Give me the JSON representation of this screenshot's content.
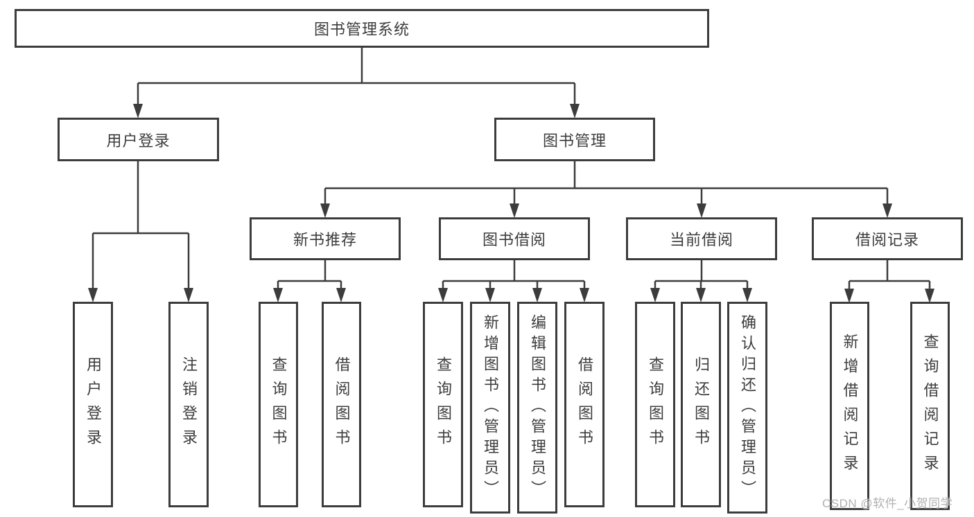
{
  "tree": {
    "label": "图书管理系统",
    "children": [
      {
        "label": "用户登录",
        "children": [
          {
            "label": "用户登录"
          },
          {
            "label": "注销登录"
          }
        ]
      },
      {
        "label": "图书管理",
        "children": [
          {
            "label": "新书推荐",
            "children": [
              {
                "label": "查询图书"
              },
              {
                "label": "借阅图书"
              }
            ]
          },
          {
            "label": "图书借阅",
            "children": [
              {
                "label": "查询图书"
              },
              {
                "label": "新增图书（管理员）"
              },
              {
                "label": "编辑图书（管理员）"
              },
              {
                "label": "借阅图书"
              }
            ]
          },
          {
            "label": "当前借阅",
            "children": [
              {
                "label": "查询图书"
              },
              {
                "label": "归还图书"
              },
              {
                "label": "确认归还（管理员）"
              }
            ]
          },
          {
            "label": "借阅记录",
            "children": [
              {
                "label": "新增借阅记录"
              },
              {
                "label": "查询借阅记录"
              }
            ]
          }
        ]
      }
    ]
  },
  "watermark": {
    "text": "CSDN @软件_小贺同学",
    "color": "#b0b0b0"
  },
  "colors": {
    "line": "#3c3c3c",
    "box_border": "#3c3c3c",
    "text": "#3c3c3c",
    "background": "#ffffff"
  }
}
